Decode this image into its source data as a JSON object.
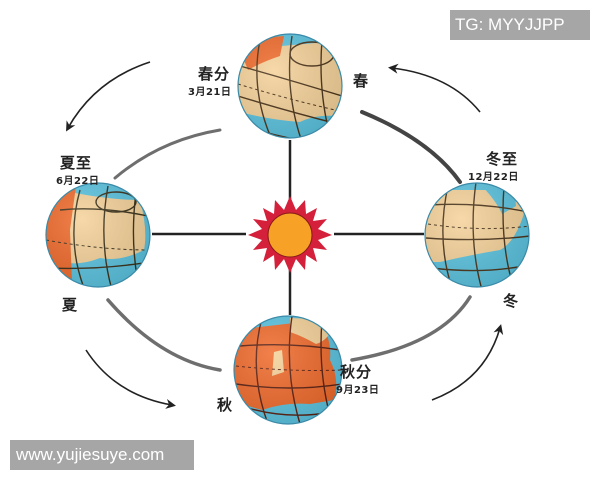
{
  "watermarks": {
    "top_right": "TG: MYYJJPP",
    "bottom_left": "www.yujiesuye.com"
  },
  "diagram": {
    "center": {
      "name": "sun",
      "fill": "#f7a126",
      "ray_color": "#d4203a"
    },
    "orbit_direction": "counter-clockwise",
    "positions": [
      {
        "id": "spring",
        "term": "春分",
        "date": "3月21日",
        "season": "春",
        "placement": "top"
      },
      {
        "id": "summer",
        "term": "夏至",
        "date": "6月22日",
        "season": "夏",
        "placement": "left"
      },
      {
        "id": "autumn",
        "term": "秋分",
        "date": "9月23日",
        "season": "秋",
        "placement": "bottom"
      },
      {
        "id": "winter",
        "term": "冬至",
        "date": "12月22日",
        "season": "冬",
        "placement": "right"
      }
    ],
    "colors": {
      "ocean": "#5bc3df",
      "land": "#f5d29a",
      "hot_land": "#ef6a2c",
      "grid": "#4a3218",
      "connector": "#222222",
      "orbit": "#666666",
      "arrow": "#222222"
    }
  }
}
